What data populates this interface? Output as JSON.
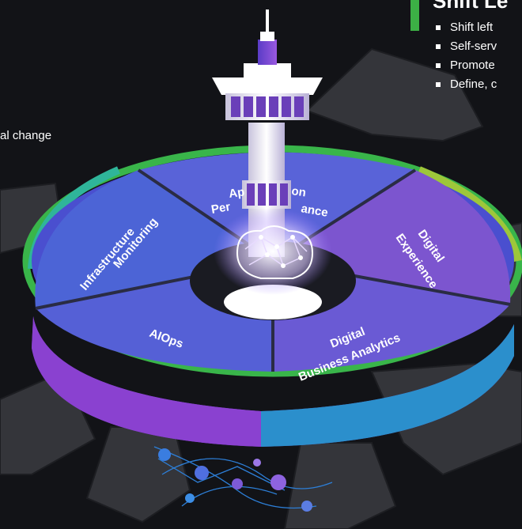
{
  "left_text": "al change",
  "panel": {
    "title": "Shift Le",
    "bullets": [
      "Shift left",
      "Self-serv",
      "Promote",
      "Define, c"
    ]
  },
  "wheel": {
    "center_label": "Ap",
    "segments": [
      {
        "label_lines": [
          "Ap",
          "on"
        ],
        "label_lines_2": [
          "Per",
          "ance"
        ],
        "color": "#5a63d6"
      },
      {
        "label_lines": [
          "Digital",
          "Experience"
        ],
        "color": "#7a4fc7"
      },
      {
        "label_lines": [
          "Digital",
          "Business Analytics"
        ],
        "color": "#6a58d0"
      },
      {
        "label_lines": [
          "AIOps"
        ],
        "color": "#4e60d2"
      },
      {
        "label_lines": [
          "Infrastructure",
          "Monitoring"
        ],
        "color": "#4a63d4"
      }
    ]
  },
  "colors": {
    "rim_green": "#39b54a",
    "rim_lime": "#9dc73a",
    "rim_blue": "#2a9ed6",
    "rim_purple": "#8e3fd0",
    "rim_teal": "#2fb59a"
  }
}
